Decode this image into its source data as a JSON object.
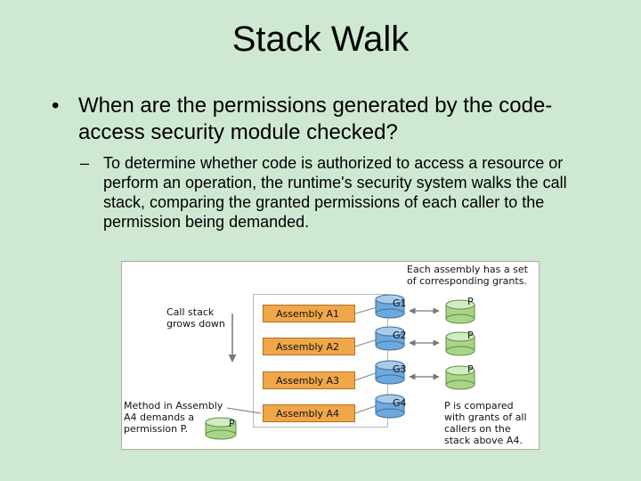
{
  "slide": {
    "title": "Stack Walk",
    "bullet_marker": "•",
    "bullet": "When are the permissions generated by the code-access security module checked?",
    "sub_marker": "–",
    "sub_bullet": "To determine whether code is authorized to access a resource or perform an operation, the runtime's security system walks the call stack, comparing the granted permissions of each caller to the permission being demanded."
  },
  "diagram": {
    "grants_note": "Each assembly has a set\nof corresponding grants.",
    "call_stack_note": "Call stack\ngrows down",
    "method_note": "Method in Assembly\nA4 demands a\npermission P.",
    "compare_note": "P is compared\nwith grants of all\ncallers on the\nstack above A4.",
    "assemblies": [
      "Assembly A1",
      "Assembly A2",
      "Assembly A3",
      "Assembly A4"
    ],
    "grants": [
      "G1",
      "G2",
      "G3",
      "G4"
    ],
    "permission_labels": [
      "P",
      "P",
      "P"
    ],
    "demand_label": "P",
    "colors": {
      "assembly_fill": "#f0a74a",
      "grant_fill": "#6fa8dc",
      "permission_fill": "#a8d58a",
      "background": "#cfe8d2"
    }
  }
}
